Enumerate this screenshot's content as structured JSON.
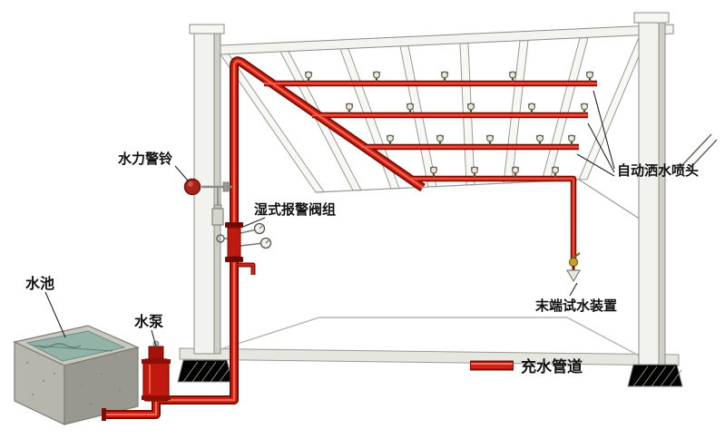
{
  "diagram": {
    "type": "wet-pipe-automatic-sprinkler-system-schematic",
    "labels": {
      "hydraulic_alarm_bell": "水力警铃",
      "wet_alarm_valve_group": "湿式报警阀组",
      "water_pool": "水池",
      "water_pump": "水泵",
      "auto_sprinkler_heads": "自动洒水喷头",
      "end_test_device": "末端试水装置",
      "legend_charged_pipe": "充水管道"
    },
    "colors": {
      "pipe_red": "#d42114",
      "pipe_dark_edge": "#7a0c06",
      "pipe_highlight": "#f4755f",
      "structure_fill": "#f3f3ef",
      "structure_line": "#8c8c86",
      "water_surface": "#93b3a8",
      "brass_fitting": "#c9a227",
      "label_text": "#111111"
    },
    "legend": {
      "swatch": "charged-water-pipe-sample",
      "label": "充水管道"
    },
    "icons": {
      "sprinkler": "sprinkler-head-icon",
      "bell": "alarm-bell-icon",
      "gauge": "pressure-gauge-icon",
      "pump": "pump-icon",
      "funnel": "test-funnel-icon"
    }
  }
}
